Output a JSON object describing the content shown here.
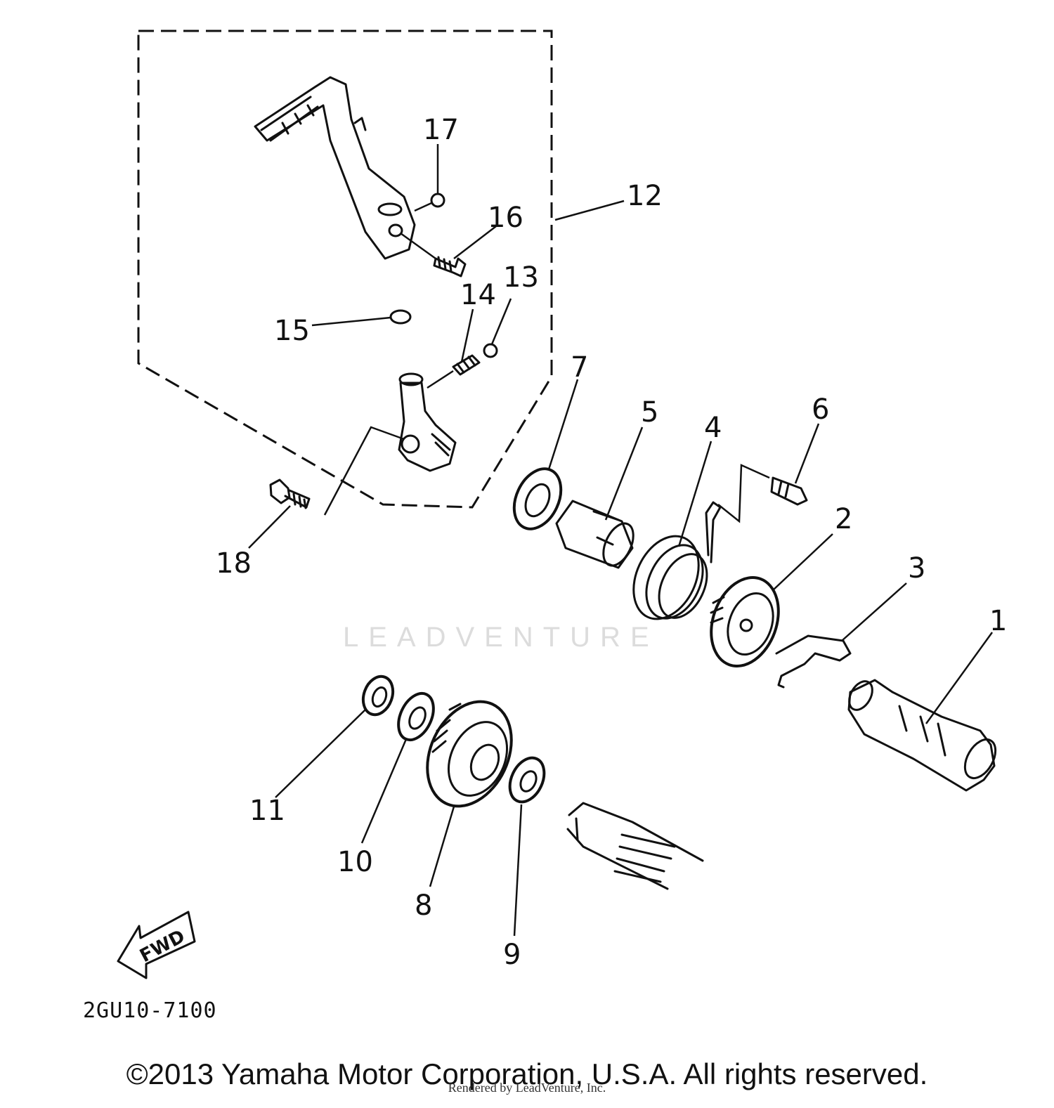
{
  "callouts": {
    "c1": "1",
    "c2": "2",
    "c3": "3",
    "c4": "4",
    "c5": "5",
    "c6": "6",
    "c7": "7",
    "c8": "8",
    "c9": "9",
    "c10": "10",
    "c11": "11",
    "c12": "12",
    "c13": "13",
    "c14": "14",
    "c15": "15",
    "c16": "16",
    "c17": "17",
    "c18": "18"
  },
  "direction_label": "FWD",
  "diagram_code": "2GU10-7100",
  "watermark": "LEADVENTURE",
  "copyright": "©2013 Yamaha Motor Corporation, U.S.A. All rights reserved.",
  "rendered_by": "Rendered by LeadVenture, Inc.",
  "colors": {
    "ink": "#111111",
    "watermark": "#dcdcdc",
    "background": "#ffffff"
  }
}
